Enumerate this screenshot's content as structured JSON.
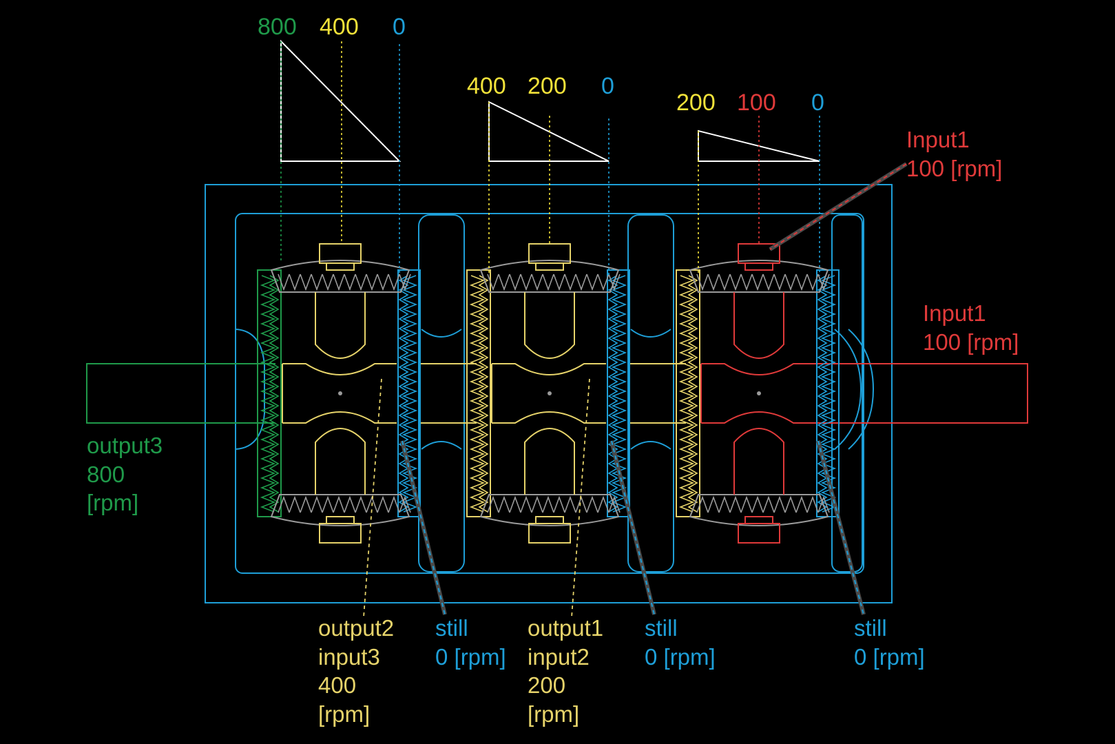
{
  "colors": {
    "background": "#000000",
    "housing": "#1e9fd8",
    "green": "#1f9a4a",
    "yellow": "#e6d36a",
    "yellow_bright": "#f2e23a",
    "red": "#e03a3a",
    "blue": "#1e9fd8",
    "white": "#ffffff",
    "gray": "#9a9a9a"
  },
  "speed_diagrams": [
    {
      "outer": "800",
      "mid": "400",
      "still": "0"
    },
    {
      "outer": "400",
      "mid": "200",
      "still": "0"
    },
    {
      "outer": "200",
      "mid": "100",
      "still": "0"
    }
  ],
  "labels": {
    "input1_top": [
      "Input1",
      "100 [rpm]"
    ],
    "input1_side": [
      "Input1",
      "100 [rpm]"
    ],
    "output3": [
      "output3",
      "800",
      "[rpm]"
    ],
    "output2": [
      "output2",
      "input3",
      "400",
      "[rpm]"
    ],
    "output1": [
      "output1",
      "input2",
      "200",
      "[rpm]"
    ],
    "still_1": [
      "still",
      "0 [rpm]"
    ],
    "still_2": [
      "still",
      "0 [rpm]"
    ],
    "still_3": [
      "still",
      "0 [rpm]"
    ]
  }
}
